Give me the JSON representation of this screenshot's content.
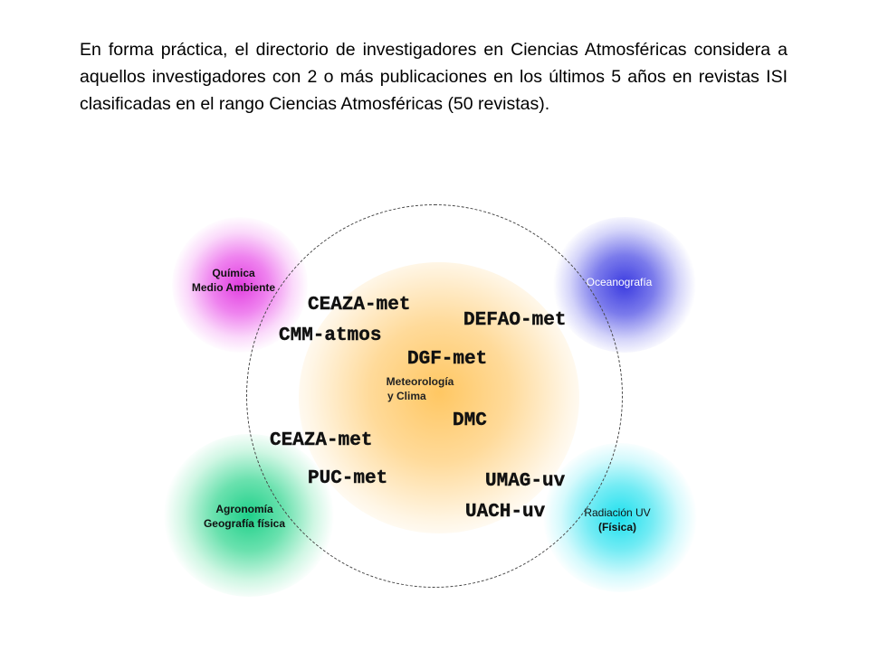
{
  "intro_text": "En forma práctica, el directorio de investigadores en Ciencias Atmosféricas considera a aquellos investigadores con 2 o más publicaciones en los últimos 5 años en revistas ISI clasificadas en el rango Ciencias Atmosféricas (50 revistas).",
  "center": {
    "line1": "Meteorología",
    "line2": "y Clima"
  },
  "satellites": {
    "quimica": {
      "line1": "Química",
      "line2": "Medio Ambiente",
      "color": "#e23ee0"
    },
    "oceanografia": {
      "line1": "Oceanografía",
      "color": "#3c3ce0"
    },
    "agronomia": {
      "line1": "Agronomía",
      "line2": "Geografía física",
      "color": "#1fd08a"
    },
    "radiacion": {
      "line1": "Radiación UV",
      "line2": "(Física)",
      "color": "#1ee0ee"
    }
  },
  "groups": {
    "ceaza_top": "CEAZA-met",
    "defao": "DEFAO-met",
    "cmm": "CMM-atmos",
    "dgf": "DGF-met",
    "dmc": "DMC",
    "ceaza_bottom": "CEAZA-met",
    "puc": "PUC-met",
    "umag": "UMAG-uv",
    "uach": "UACH-uv"
  }
}
